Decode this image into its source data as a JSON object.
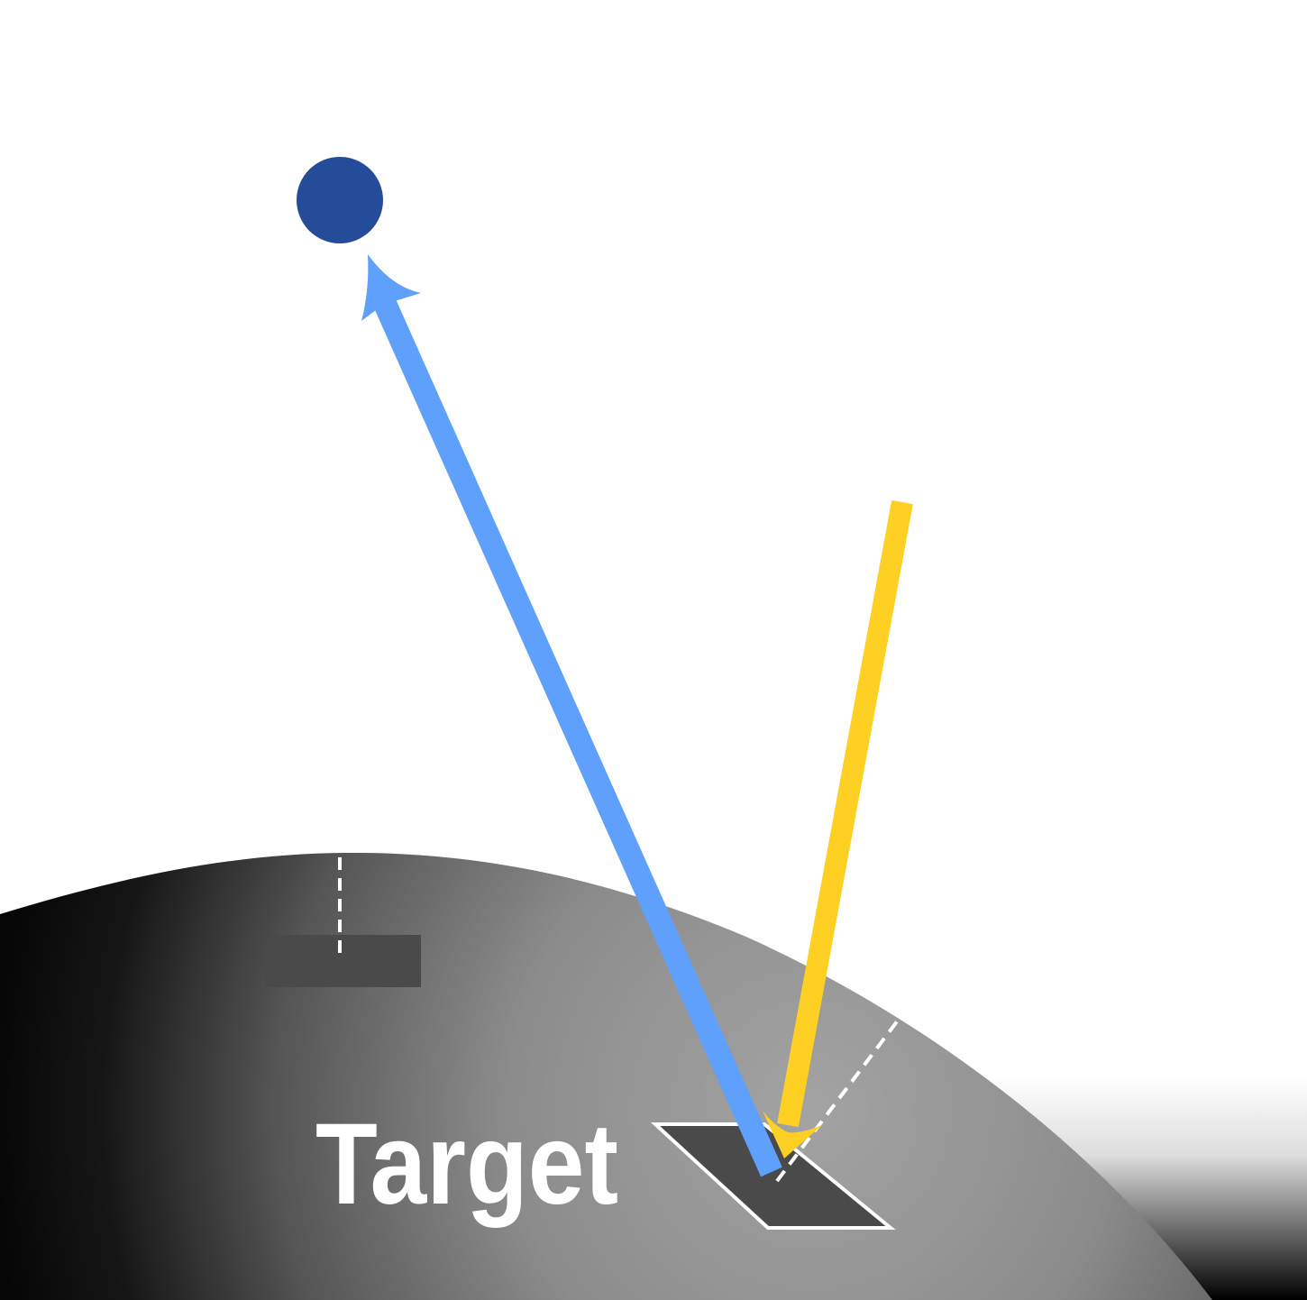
{
  "labels": {
    "target": "Target"
  },
  "colors": {
    "source_dot": "#254c98",
    "outgoing_arrow": "#5fa0fd",
    "incoming_arrow": "#fed023",
    "surface_light": "#a3a3a3",
    "surface_dark": "#000000",
    "patch_fill": "#4a4a4a",
    "outline": "#ffffff"
  },
  "icons": {
    "source": "filled-circle",
    "outgoing": "arrow-up-left",
    "incoming": "arrow-down"
  }
}
